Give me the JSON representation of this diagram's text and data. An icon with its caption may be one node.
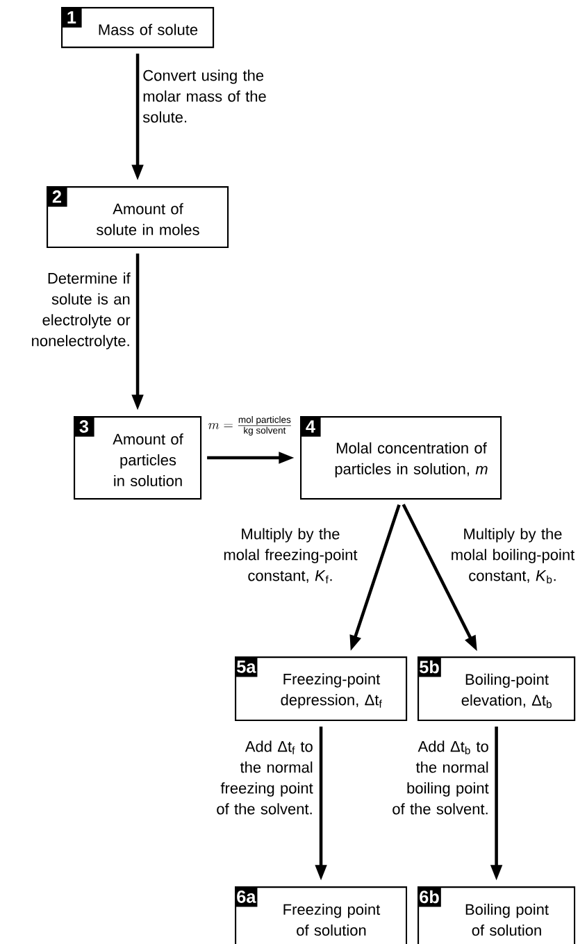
{
  "diagram": {
    "nodes": [
      {
        "text": [
          "1",
          "Mass of solute"
        ]
      },
      {
        "text": [
          "2",
          "Amount of solute in moles"
        ]
      },
      {
        "text": [
          "3",
          "Amount of particles in solution"
        ]
      },
      {
        "text": [
          "4",
          "Molal concentration of particles in solution, *m*"
        ]
      },
      {
        "text": [
          "5a",
          "Freezing-point depression, Δt$_{f}$"
        ]
      },
      {
        "text": [
          "5b",
          "Boiling-point elevation, Δt$_{b}$"
        ]
      },
      {
        "text": [
          "6a",
          "Freezing point of solution"
        ]
      },
      {
        "text": [
          "6b",
          "Boiling point of solution"
        ]
      }
    ],
    "edges": [
      {
        "from": 0,
        "to": 1,
        "arrow": "to",
        "label": "Convert using the molar mass of the solute."
      },
      {
        "from": 1,
        "to": 2,
        "arrow": "to",
        "label": "Determine if solute is an electrolyte or nonelectrolyte."
      },
      {
        "from": 2,
        "to": 3,
        "arrow": "to",
        "label": "m = \\frac{\\text{mol particles}}{\\text{kg solvent}}"
      },
      {
        "from": 3,
        "to": 4,
        "arrow": "to",
        "label": "Multiply by the molal freezing-point constant, *K*$_{f}$."
      },
      {
        "from": 3,
        "to": 5,
        "arrow": "to",
        "label": "Multiply by the molal boiling-point constant, *K*$_{b}$."
      },
      {
        "from": 4,
        "to": 6,
        "arrow": "to",
        "label": "Add Δt$_{f}$ to the normal freezing point of the solvent."
      },
      {
        "from": 5,
        "to": 7,
        "arrow": "to",
        "label": "Add Δt$_{b}$ to the normal boiling point of the solvent."
      }
    ]
  }
}
